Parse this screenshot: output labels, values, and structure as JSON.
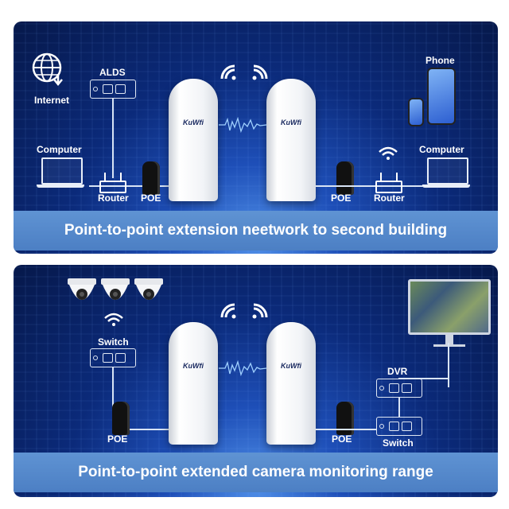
{
  "panel1": {
    "labels": {
      "internet": "Internet",
      "alds": "ALDS",
      "phone": "Phone",
      "computer_left": "Computer",
      "computer_right": "Computer",
      "router_left": "Router",
      "router_right": "Router",
      "poe_left": "POE",
      "poe_right": "POE"
    },
    "device_logo_left": "KuWfi",
    "device_logo_right": "KuWfi",
    "banner": "Point-to-point extension neetwork to second building"
  },
  "panel2": {
    "labels": {
      "switch_left": "Switch",
      "dvr": "DVR",
      "switch_right": "Switch",
      "poe_left": "POE",
      "poe_right": "POE"
    },
    "device_logo_left": "KuWfi",
    "device_logo_right": "KuWfi",
    "banner": "Point-to-point extended camera monitoring range"
  },
  "icons": [
    "globe-icon",
    "wifi-icon",
    "router-icon",
    "laptop-icon",
    "phone-icon",
    "camera-icon",
    "monitor-icon",
    "poe-adapter-icon"
  ],
  "colors": {
    "panel_dark": "#06184a",
    "panel_glow": "#4f8fe8",
    "banner": "#5589cc",
    "text": "#ffffff"
  }
}
